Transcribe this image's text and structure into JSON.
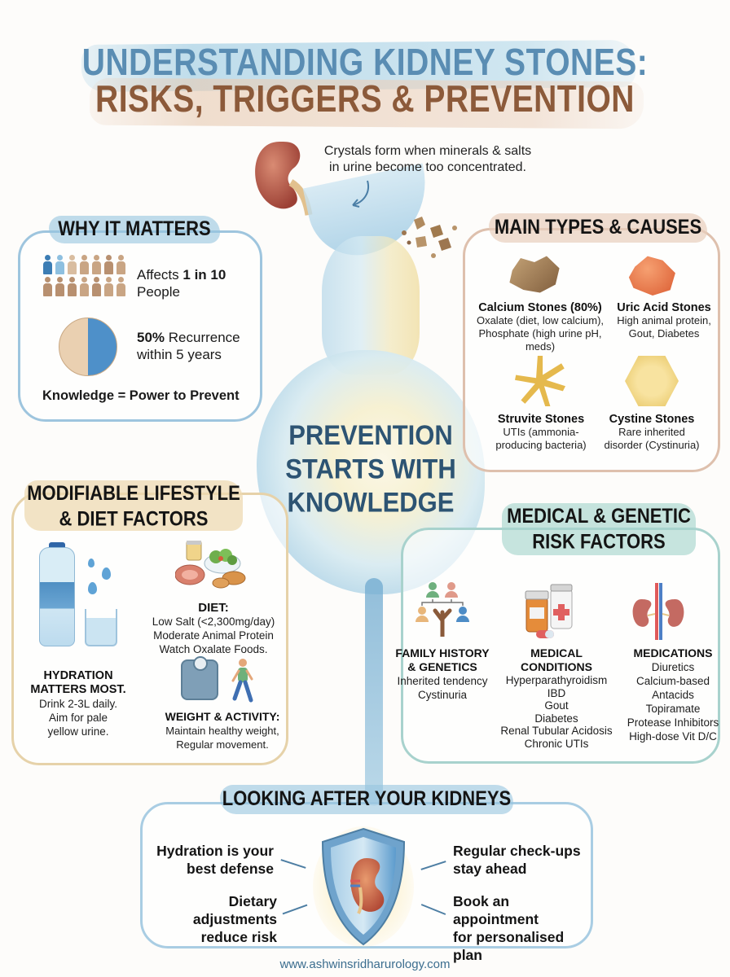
{
  "title": {
    "line1": "UNDERSTANDING KIDNEY STONES:",
    "line2": "RISKS, TRIGGERS & PREVENTION"
  },
  "intro": {
    "line1": "Crystals form when minerals & salts",
    "line2": "in urine become too concentrated."
  },
  "center": {
    "line1": "PREVENTION",
    "line2": "STARTS WITH",
    "line3": "KNOWLEDGE"
  },
  "why_it_matters": {
    "heading": "WHY IT MATTERS",
    "affects_prefix": "Affects ",
    "affects_bold": "1 in 10",
    "affects_suffix": "People",
    "recurrence_bold": "50%",
    "recurrence_text": " Recurrence",
    "recurrence_line2": "within 5 years",
    "tagline": "Knowledge = Power to Prevent"
  },
  "main_types": {
    "heading": "MAIN TYPES & CAUSES",
    "stones": [
      {
        "name": "Calcium Stones (80%)",
        "desc1": "Oxalate (diet, low calcium),",
        "desc2": "Phosphate (high urine pH, meds)"
      },
      {
        "name": "Uric Acid Stones",
        "desc1": "High animal protein,",
        "desc2": "Gout, Diabetes"
      },
      {
        "name": "Struvite Stones",
        "desc1": "UTIs (ammonia-",
        "desc2": "producing bacteria)"
      },
      {
        "name": "Cystine Stones",
        "desc1": "Rare inherited",
        "desc2": "disorder (Cystinuria)"
      }
    ]
  },
  "lifestyle": {
    "heading_line1": "MODIFIABLE LIFESTYLE",
    "heading_line2": "& DIET FACTORS",
    "hydration": {
      "title1": "HYDRATION",
      "title2": "MATTERS MOST.",
      "lines": [
        "Drink 2-3L daily.",
        "Aim for pale",
        "yellow urine."
      ]
    },
    "diet": {
      "title": "DIET:",
      "lines": [
        "Low Salt (<2,300mg/day)",
        "Moderate Animal Protein",
        "Watch Oxalate Foods."
      ]
    },
    "weight": {
      "title": "WEIGHT & ACTIVITY:",
      "lines": [
        "Maintain healthy weight,",
        "Regular movement."
      ]
    }
  },
  "medical": {
    "heading_line1": "MEDICAL & GENETIC",
    "heading_line2": "RISK FACTORS",
    "family": {
      "title1": "FAMILY HISTORY",
      "title2": "& GENETICS",
      "lines": [
        "Inherited tendency",
        "Cystinuria"
      ]
    },
    "conditions": {
      "title1": "MEDICAL",
      "title2": "CONDITIONS",
      "lines": [
        "Hyperparathyroidism",
        "IBD",
        "Gout",
        "Diabetes",
        "Renal Tubular Acidosis",
        "Chronic UTIs"
      ]
    },
    "medications": {
      "title": "MEDICATIONS",
      "lines": [
        "Diuretics",
        "Calcium-based",
        "Antacids",
        "Topiramate",
        "Protease Inhibitors",
        "High-dose Vit D/C"
      ]
    }
  },
  "looking_after": {
    "heading": "LOOKING AFTER YOUR KIDNEYS",
    "tips": [
      {
        "line1": "Hydration is your",
        "line2": "best defense"
      },
      {
        "line1": "Dietary adjustments",
        "line2": "reduce risk"
      },
      {
        "line1": "Regular check-ups",
        "line2": "stay ahead"
      },
      {
        "line1": "Book an appointment",
        "line2": "for personalised plan"
      }
    ]
  },
  "footer": {
    "website": "www.ashwinsridharurology.com"
  },
  "colors": {
    "title_blue": "#5a8db3",
    "title_brown": "#8c5a3a",
    "center_navy": "#2d5473",
    "why_border": "#9ec5de",
    "types_border": "#dec0ad",
    "lifestyle_border": "#e6d2a9",
    "medical_border": "#a8d2cd",
    "footer_link": "#3b6d8f"
  }
}
